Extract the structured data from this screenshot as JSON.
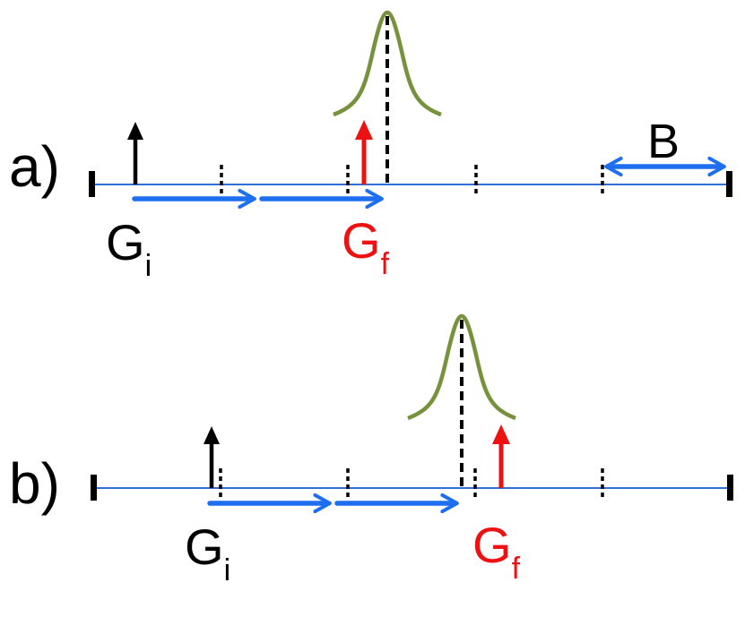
{
  "colors": {
    "axis": "#2f6fd6",
    "step_arrow": "#1e6ff0",
    "initial": "#000000",
    "final": "#ee1111",
    "gaussian": "#76923c",
    "tick": "#000000"
  },
  "panels": [
    {
      "label": "a)",
      "initial": {
        "main": "G",
        "sub": "i"
      },
      "final": {
        "main": "G",
        "sub": "f"
      },
      "bandwidth_label": "B"
    },
    {
      "label": "b)",
      "initial": {
        "main": "G",
        "sub": "i"
      },
      "final": {
        "main": "G",
        "sub": "f"
      }
    }
  ]
}
